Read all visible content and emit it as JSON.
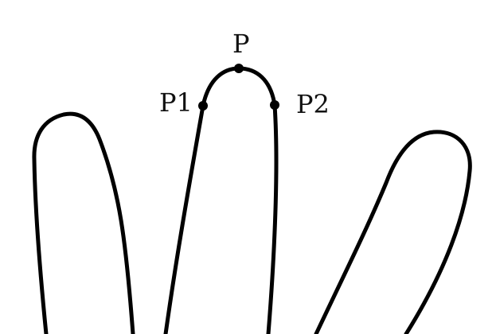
{
  "diagram": {
    "points": {
      "top": "P",
      "left": "P1",
      "right": "P2"
    },
    "colors": {
      "stroke": "#000000",
      "text": "#111111",
      "background": "#ffffff"
    }
  }
}
